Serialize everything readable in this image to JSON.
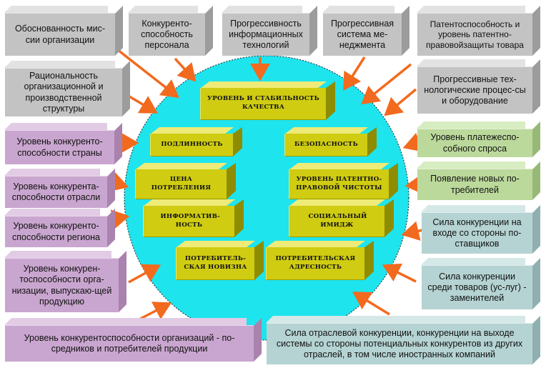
{
  "colors": {
    "circle_fill": "#1ee4ee",
    "arrow": "#f26a1e",
    "gray_box": "#c3c3c3",
    "purple_box": "#c9a6cf",
    "green_box": "#bcd99c",
    "teal_box": "#b5d3d3",
    "yellow_block": "#cfcc12"
  },
  "outer_factors": {
    "mission": "Обоснованность мис-сии организации",
    "personnel": "Конкуренто-способность персонала",
    "information_tech": "Прогрессивность информационных технологий",
    "management": "Прогрессивная система ме-неджмента",
    "patent": "Патентоспособность и уровень патентно-правовойзащиты товара",
    "organization": "Рациональность организационной и производственной структуры",
    "processes": "Прогрессивные тех-нологические процес-сы и оборудование",
    "country": "Уровень конкуренто-способности страны",
    "industry": "Уровень конкурента-способности отрасли",
    "region": "Уровень конкуренто-способности региона",
    "producer": "Уровень конкурен-тоспособности орга-низации, выпускаю-щей продукцию",
    "intermediaries": "Уровень конкурентоспособности организаций - по-средников и потребителей продукции",
    "solvent_demand": "Уровень платежеспо-собного спроса",
    "new_consumers": "Появление новых по-требителей",
    "supplier_competition": "Сила конкуренции на входе со стороны по-ставщиков",
    "substitutes": "Сила конкуренции среди товаров (ус-луг) - заменителей",
    "industry_competition": "Сила отраслевой конкуренции, конкуренции на выходе системы со стороны потенциальных конкурентов из других отраслей, в том числе иностранных компаний"
  },
  "inner_factors": {
    "quality": "УРОВЕНЬ И СТАБИЛЬНОСТЬ КАЧЕСТВА",
    "authenticity": "ПОДЛИННОСТЬ",
    "safety": "БЕЗОПАСНОСТЬ",
    "price": "ЦЕНА ПОТРЕБЛЕНИЯ",
    "patent_purity": "УРОВЕНЬ ПАТЕНТНО-ПРАВОВОЙ ЧИСТОТЫ",
    "informativeness": "ИНФОРМАТИВ-НОСТЬ",
    "social_image": "СОЦИАЛЬНЫЙ ИМИДЖ",
    "consumer_novelty": "ПОТРЕБИТЕЛЬ-СКАЯ НОВИЗНА",
    "consumer_targeting": "ПОТРЕБИТЕЛЬСКАЯ АДРЕСНОСТЬ"
  }
}
